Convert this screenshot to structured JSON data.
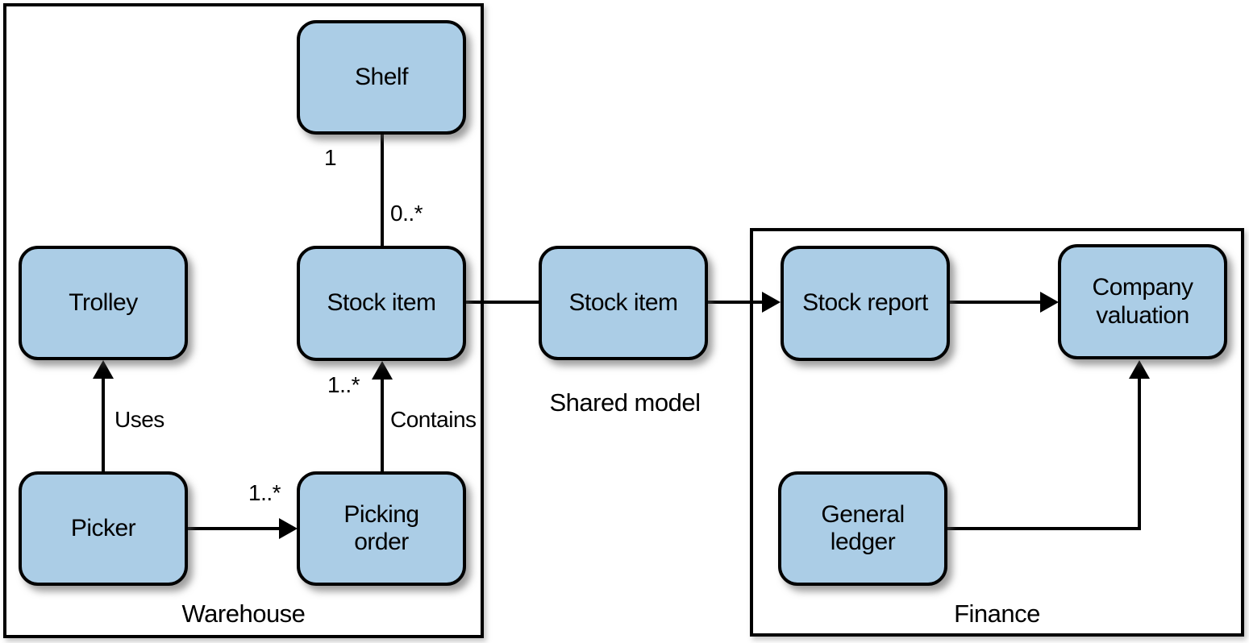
{
  "diagram": {
    "type": "bounded-context-diagram",
    "containers": {
      "warehouse": {
        "label": "Warehouse"
      },
      "finance": {
        "label": "Finance"
      },
      "shared": {
        "label": "Shared model"
      }
    },
    "nodes": {
      "shelf": {
        "label": "Shelf"
      },
      "trolley": {
        "label": "Trolley"
      },
      "stock_item_warehouse": {
        "label": "Stock item"
      },
      "picker": {
        "label": "Picker"
      },
      "picking_order": {
        "label": "Picking order"
      },
      "stock_item_shared": {
        "label": "Stock item"
      },
      "stock_report": {
        "label": "Stock report"
      },
      "company_valuation": {
        "label": "Company valuation"
      },
      "general_ledger": {
        "label": "General ledger"
      }
    },
    "edges": [
      {
        "from": "shelf",
        "to": "stock_item_warehouse",
        "labels": [
          "1",
          "0..*"
        ],
        "arrow": "none"
      },
      {
        "from": "picker",
        "to": "trolley",
        "labels": [
          "Uses"
        ],
        "arrow": "to"
      },
      {
        "from": "picker",
        "to": "picking_order",
        "labels": [
          "1..*"
        ],
        "arrow": "to"
      },
      {
        "from": "picking_order",
        "to": "stock_item_warehouse",
        "labels": [
          "1..*",
          "Contains"
        ],
        "arrow": "to"
      },
      {
        "from": "stock_item_warehouse",
        "to": "stock_item_shared",
        "labels": [],
        "arrow": "none"
      },
      {
        "from": "stock_item_shared",
        "to": "stock_report",
        "labels": [],
        "arrow": "to"
      },
      {
        "from": "stock_report",
        "to": "company_valuation",
        "labels": [],
        "arrow": "to"
      },
      {
        "from": "general_ledger",
        "to": "company_valuation",
        "labels": [],
        "arrow": "to"
      }
    ],
    "edge_labels": {
      "shelf_mult": "1",
      "stockitem_mult": "0..*",
      "uses": "Uses",
      "picking_mult": "1..*",
      "contains_mult": "1..*",
      "contains": "Contains"
    },
    "colors": {
      "node_fill": "#abcde6",
      "stroke": "#000000",
      "background": "#ffffff"
    }
  }
}
